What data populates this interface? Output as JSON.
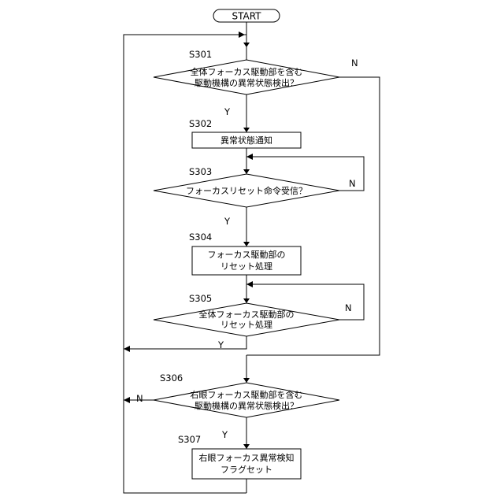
{
  "start": "START",
  "steps": {
    "s301": {
      "id": "S301",
      "lines": [
        "全体フォーカス駆動部を含む",
        "駆動機構の異常状態検出？"
      ]
    },
    "s302": {
      "id": "S302",
      "lines": [
        "異常状態通知"
      ]
    },
    "s303": {
      "id": "S303",
      "lines": [
        "フォーカスリセット命令受信？"
      ]
    },
    "s304": {
      "id": "S304",
      "lines": [
        "フォーカス駆動部の",
        "リセット処理"
      ]
    },
    "s305": {
      "id": "S305",
      "lines": [
        "全体フォーカス駆動部の",
        "リセット処理"
      ]
    },
    "s306": {
      "id": "S306",
      "lines": [
        "右眼フォーカス駆動部を含む",
        "駆動機構の異常状態検出？"
      ]
    },
    "s307": {
      "id": "S307",
      "lines": [
        "右眼フォーカス異常検知",
        "フラグセット"
      ]
    }
  },
  "branches": {
    "yes": "Y",
    "no": "N"
  }
}
